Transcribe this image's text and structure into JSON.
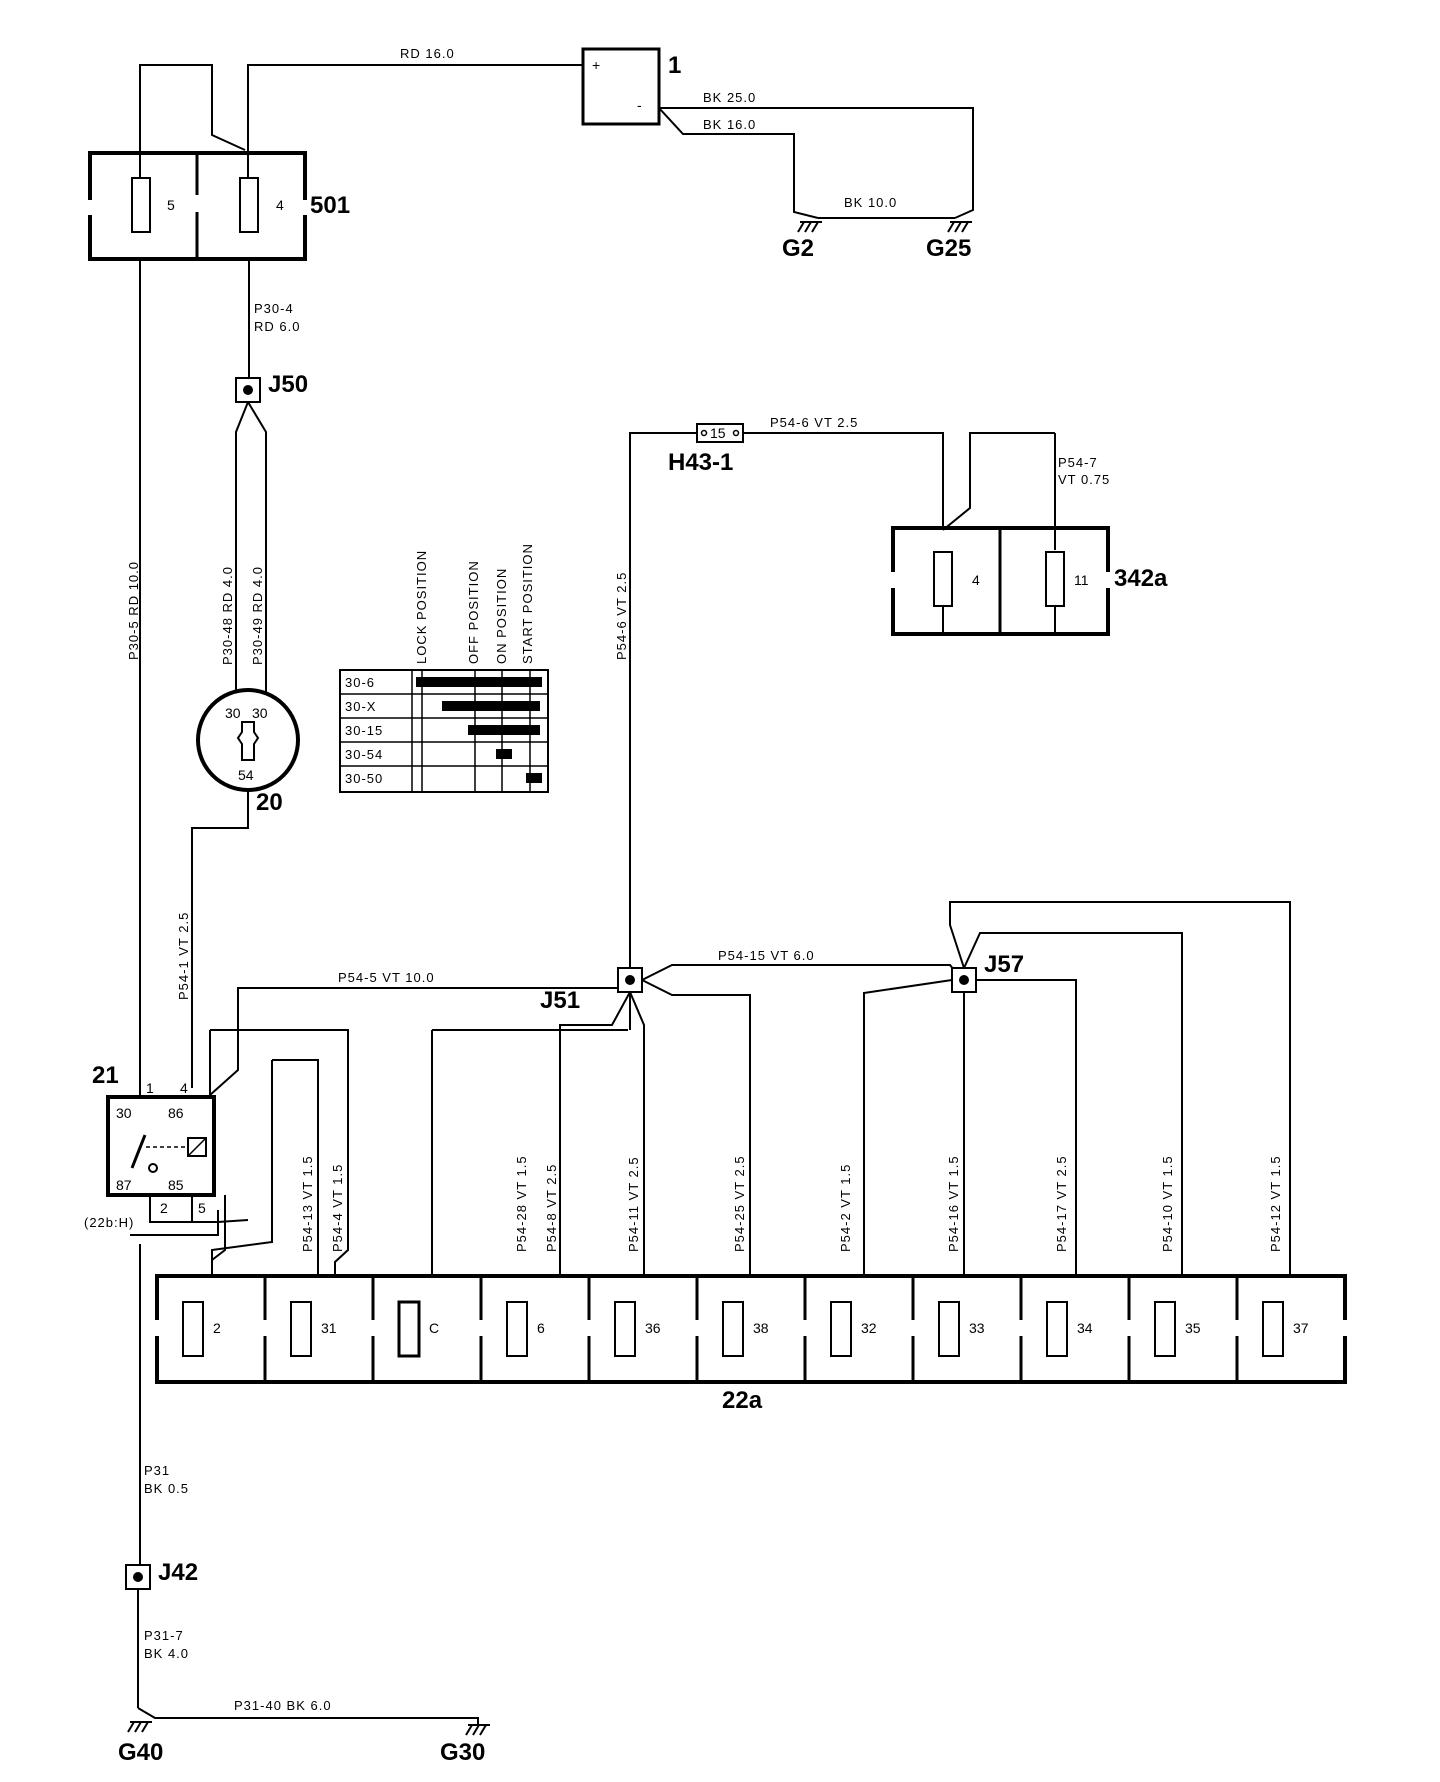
{
  "battery": {
    "ref": "1",
    "plus": "+",
    "minus": "-",
    "w_rd": "RD  16.0",
    "w_bk25": "BK  25.0",
    "w_bk16": "BK  16.0",
    "w_bk10": "BK  10.0",
    "g2": "G2",
    "g25": "G25"
  },
  "fusebox501": {
    "ref": "501",
    "fuses": [
      "5",
      "4"
    ]
  },
  "wires_top": {
    "p30_4a": "P30-4",
    "p30_4b": "RD  6.0"
  },
  "j50": "J50",
  "left_wire": "P30-5    RD  10.0",
  "ign_wires": {
    "a": "P30-48    RD  4.0",
    "b": "P30-49    RD  4.0"
  },
  "ignition": {
    "ref": "20",
    "t1": "30",
    "t2": "30",
    "t3": "54"
  },
  "switch_table": {
    "columns": [
      "LOCK POSITION",
      "OFF POSITION",
      "ON POSITION",
      "START POSITION"
    ],
    "rows": [
      "30-6",
      "30-X",
      "30-15",
      "30-54",
      "30-50"
    ]
  },
  "h43": {
    "ref": "H43-1",
    "label": "15",
    "w_to_342a": "P54-6    VT  2.5",
    "w_to_j51": "P54-6    VT  2.5"
  },
  "fusebox342a": {
    "ref": "342a",
    "fuses": [
      "4",
      "11"
    ],
    "w1": "P54-7",
    "w2": "VT  0.75"
  },
  "p54_1": "P54-1    VT  2.5",
  "relay": {
    "ref": "21",
    "pin1": "1",
    "pin4": "4",
    "t30": "30",
    "t86": "86",
    "t87": "87",
    "t85": "85",
    "pin2": "2",
    "pin5": "5",
    "note": "(22b:H)"
  },
  "bus": {
    "p54_5": "P54-5    VT  10.0",
    "p54_15": "P54-15    VT  6.0",
    "j51": "J51",
    "j57": "J57"
  },
  "drops": [
    "P54-13    VT  1.5",
    "P54-4    VT  1.5",
    "P54-28    VT  1.5",
    "P54-8    VT  2.5",
    "P54-11    VT  2.5",
    "P54-25    VT  2.5",
    "P54-2    VT  1.5",
    "P54-16    VT  1.5",
    "P54-17    VT  2.5",
    "P54-10    VT  1.5",
    "P54-12    VT  1.5"
  ],
  "fusebox22a": {
    "ref": "22a",
    "fuses": [
      "2",
      "31",
      "C",
      "6",
      "36",
      "38",
      "32",
      "33",
      "34",
      "35",
      "37"
    ]
  },
  "ground": {
    "p31a": "P31",
    "p31b": "BK  0.5",
    "j42": "J42",
    "p31_7a": "P31-7",
    "p31_7b": "BK  4.0",
    "p31_40": "P31-40    BK  6.0",
    "g40": "G40",
    "g30": "G30"
  }
}
